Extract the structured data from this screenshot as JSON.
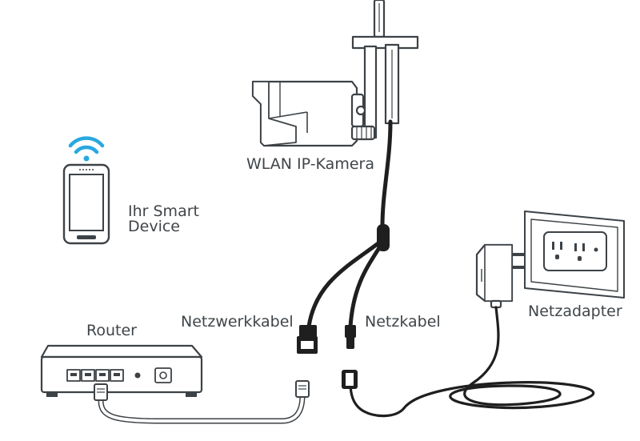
{
  "labels": {
    "camera": "WLAN IP-Kamera",
    "smart_device_line1": "Ihr Smart",
    "smart_device_line2": "Device",
    "router": "Router",
    "network_cable": "Netzwerkkabel",
    "power_cable": "Netzkabel",
    "power_adapter": "Netzadapter"
  },
  "colors": {
    "line": "#3a3f43",
    "cable_black": "#1f1f1f",
    "wifi": "#29a8e0",
    "label": "#404549",
    "outline": "#3d4246"
  },
  "icons": {
    "camera": "ip-camera-icon",
    "phone": "smartphone-icon",
    "wifi": "wifi-icon",
    "router": "router-icon",
    "adapter": "power-adapter-icon",
    "outlet": "wall-outlet-icon"
  }
}
